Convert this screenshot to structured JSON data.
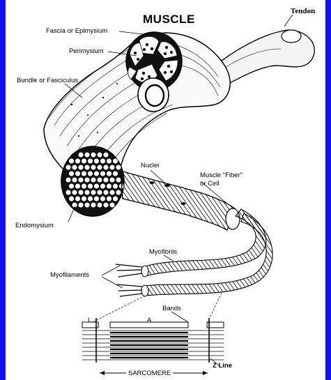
{
  "diagram": {
    "title": "MUSCLE",
    "labels": {
      "tendon": "Tendon",
      "fascia": "Fascia or Epimysium",
      "perimysium": "Perimysium",
      "bundle": "Bundle or Fasciculus",
      "nuclei": "Nuclei",
      "fiber_line1": "Muscle \"Fiber\"",
      "fiber_line2": "or Cell",
      "endomysium": "Endomysium",
      "myofibrils": "Myofibrils",
      "myofilaments": "Myofilaments",
      "bands": "Bands",
      "band_i": "I",
      "band_a": "A",
      "z_line": "Z Line",
      "sarcomere": "SARCOMERE"
    },
    "colors": {
      "background": "#1010f0",
      "panel": "#ffffff",
      "ink": "#000000"
    }
  }
}
